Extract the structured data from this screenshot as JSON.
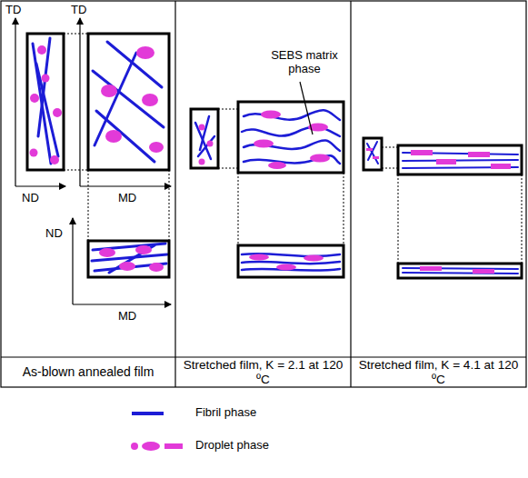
{
  "diagram": {
    "nodes": [
      {
        "text": [
          "As-blown annealed film"
        ]
      },
      {
        "text": [
          "Stretched film, K = 2.1 at 120 ºC"
        ]
      },
      {
        "text": [
          "Stretched film, K = 4.1 at 120 ºC"
        ]
      }
    ],
    "labels": [
      "TD",
      "TD",
      "ND",
      "MD",
      "ND",
      "MD",
      "SEBS matrix phase"
    ],
    "legend": [
      {
        "text": "Fibril phase"
      },
      {
        "text": "Droplet phase"
      }
    ]
  }
}
